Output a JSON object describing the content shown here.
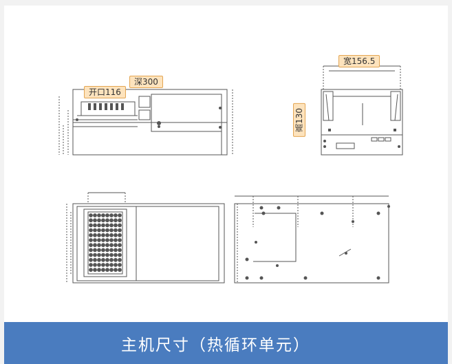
{
  "front_view": {
    "depth_label": "深300",
    "opening_label": "开口116"
  },
  "side_view": {
    "width_label": "宽156.5",
    "height_label": "高130"
  },
  "banner": {
    "title": "主机尺寸（热循环单元）"
  },
  "colors": {
    "banner": "#4a7cbf",
    "tag_fill": "#fde3bd",
    "tag_border": "#e3a552",
    "line": "#555555"
  }
}
